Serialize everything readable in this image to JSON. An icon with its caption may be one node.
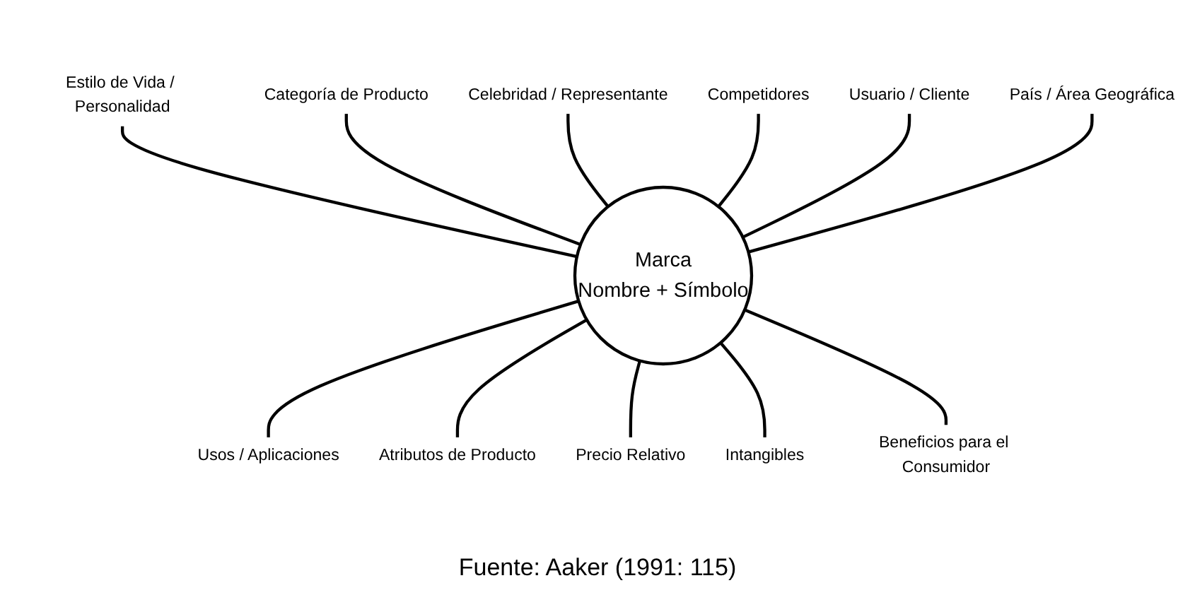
{
  "diagram": {
    "caption": "Fuente: Aaker (1991: 115)",
    "nodes": [
      {
        "text": [
          "Marca",
          "Nombre + Símbolo"
        ]
      },
      {
        "text": [
          "Estilo de Vida / Personalidad"
        ]
      },
      {
        "text": [
          "Categoría de Producto"
        ]
      },
      {
        "text": [
          "Celebridad / Representante"
        ]
      },
      {
        "text": [
          "Competidores"
        ]
      },
      {
        "text": [
          "Usuario / Cliente"
        ]
      },
      {
        "text": [
          "País / Área Geográfica"
        ]
      },
      {
        "text": [
          "Usos / Aplicaciones"
        ]
      },
      {
        "text": [
          "Atributos de Producto"
        ]
      },
      {
        "text": [
          "Precio Relativo"
        ]
      },
      {
        "text": [
          "Intangibles"
        ]
      },
      {
        "text": [
          "Beneficios para el Consumidor"
        ]
      }
    ],
    "edges": [
      {
        "from": 1,
        "to": 0,
        "arrow": "none"
      },
      {
        "from": 2,
        "to": 0,
        "arrow": "none"
      },
      {
        "from": 3,
        "to": 0,
        "arrow": "none"
      },
      {
        "from": 4,
        "to": 0,
        "arrow": "none"
      },
      {
        "from": 5,
        "to": 0,
        "arrow": "none"
      },
      {
        "from": 6,
        "to": 0,
        "arrow": "none"
      },
      {
        "from": 0,
        "to": 7,
        "arrow": "none"
      },
      {
        "from": 0,
        "to": 8,
        "arrow": "none"
      },
      {
        "from": 0,
        "to": 9,
        "arrow": "none"
      },
      {
        "from": 0,
        "to": 10,
        "arrow": "none"
      },
      {
        "from": 0,
        "to": 11,
        "arrow": "none"
      }
    ]
  }
}
